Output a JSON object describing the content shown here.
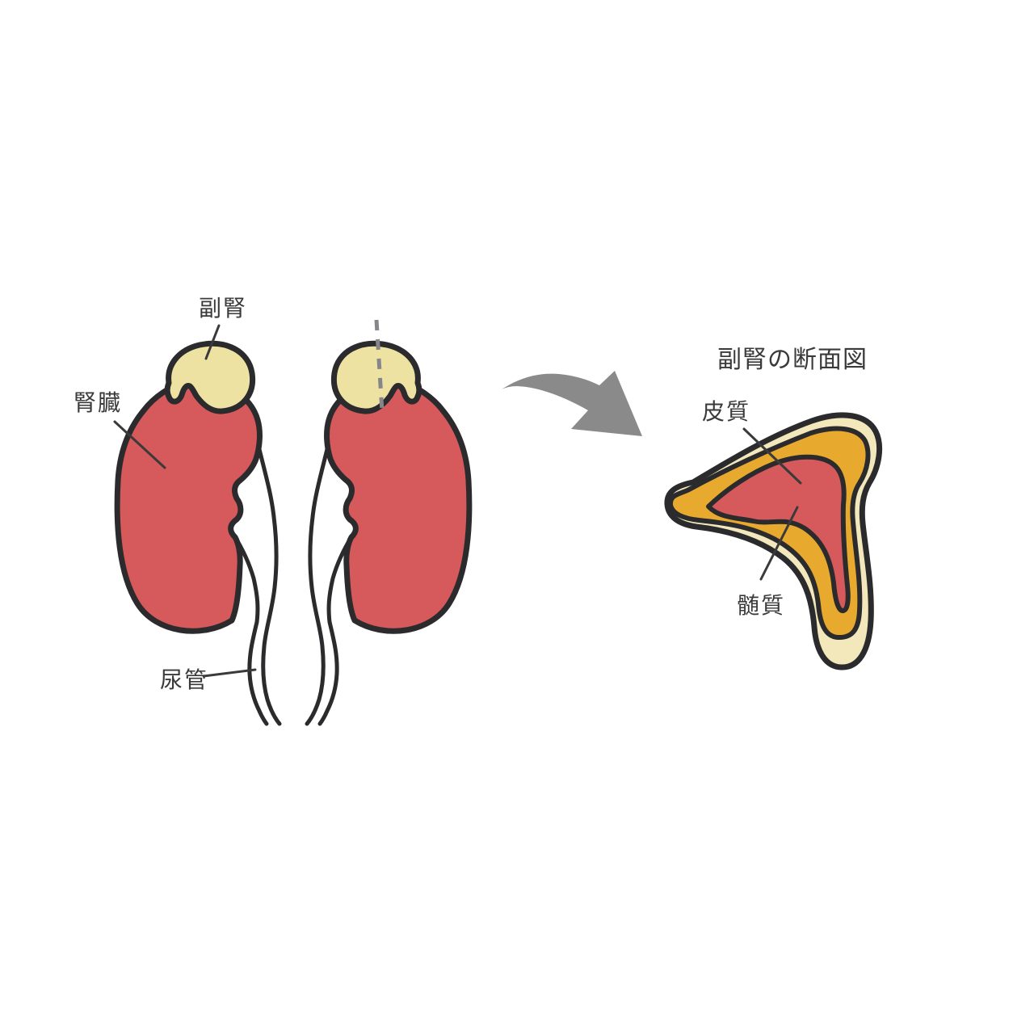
{
  "colors": {
    "background": "#ffffff",
    "outline": "#2b2b2e",
    "kidney_red": "#d6595b",
    "adrenal_cream": "#ede2a2",
    "section_outer_cream": "#f2e8bc",
    "section_cortex_amber": "#e8a92f",
    "section_medulla_red": "#d6595b",
    "arrow_gray": "#8a8a8a",
    "dash_gray": "#85858a",
    "text": "#3a3a3a"
  },
  "figure": {
    "left_diagram": {
      "adrenal_label": "副腎",
      "kidney_label": "腎臓",
      "ureter_label": "尿管"
    },
    "section_diagram": {
      "title": "副腎の断面図",
      "cortex_label": "皮質",
      "medulla_label": "髄質"
    },
    "icons": {
      "arrow": "curved-arrow-pointing-right",
      "section_cut": "vertical-dashed-cut-line"
    }
  }
}
